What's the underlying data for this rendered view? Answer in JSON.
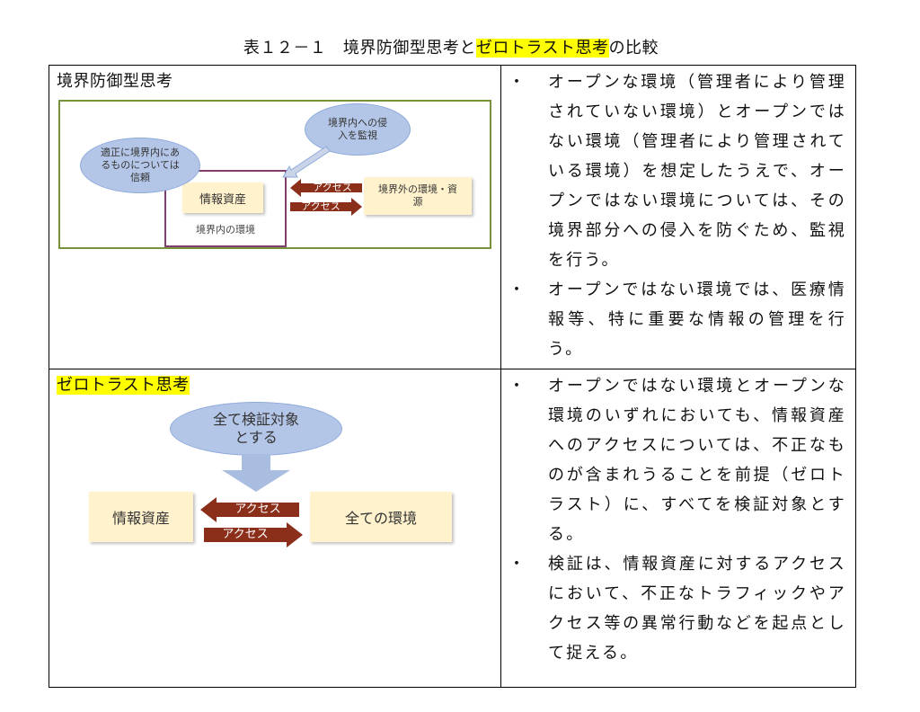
{
  "caption": {
    "prefix": "表１２－１　境界防御型思考と",
    "highlight": "ゼロトラスト思考",
    "suffix": "の比較"
  },
  "perimeter": {
    "title": "境界防御型思考",
    "diagram": {
      "trusted_ellipse": "適正に境界内にあるものについては信頼",
      "monitor_ellipse": "境界内への侵入を監視",
      "asset_box": "情報資産",
      "inner_label": "境界内の環境",
      "outer_box": "境界外の環境・資源",
      "arrow_in": "アクセス",
      "arrow_out": "アクセス"
    },
    "bullets": [
      "オープンな環境（管理者により管理されていない環境）とオープンではない環境（管理者により管理されている環境）を想定したうえで、オープンではない環境については、その境界部分への侵入を防ぐため、監視を行う。",
      "オープンではない環境では、医療情報等、特に重要な情報の管理を行う。"
    ]
  },
  "zerotrust": {
    "title": "ゼロトラスト思考",
    "diagram": {
      "verify_ellipse": "全て検証対象とする",
      "asset_box": "情報資産",
      "env_box": "全ての環境",
      "arrow_in": "アクセス",
      "arrow_out": "アクセス"
    },
    "bullets": [
      "オープンではない環境とオープンな環境のいずれにおいても、情報資産へのアクセスについては、不正なものが含まれうることを前提（ゼロトラスト）に、すべてを検証対象とする。",
      "検証は、情報資産に対するアクセスにおいて、不正なトラフィックやアクセス等の異常行動などを起点として捉える。"
    ]
  },
  "bullet_marker": "・",
  "colors": {
    "highlight": "#ffff00",
    "ellipse_fill": "#b4c6e7",
    "box_fill": "#fff2cc",
    "arrow_fill": "#8b2e1a",
    "outer_frame": "#76923c",
    "inner_frame": "#7f3f6f",
    "down_arrow": "#a9bde0"
  }
}
